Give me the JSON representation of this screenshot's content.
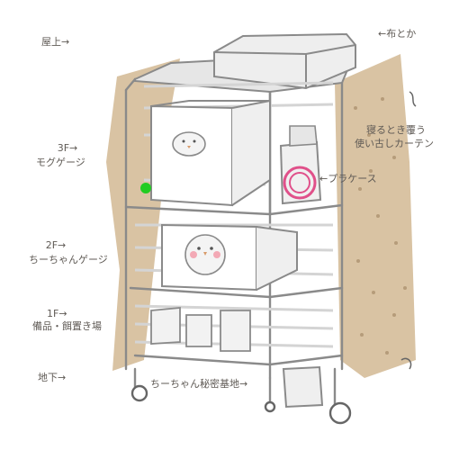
{
  "labels": {
    "roof": "屋上→",
    "cloth": "←布とか",
    "f3_line1": "3F→",
    "f3_line2": "モグゲージ",
    "f2_line1": "2F→",
    "f2_line2": "ちーちゃんゲージ",
    "f1_line1": "1F→",
    "f1_line2": "備品・餌置き場",
    "basement": "地下→",
    "secret_base": "ちーちゃん秘密基地→",
    "plastic_case": "←プラケース",
    "curtain_line1": "寝るとき覆う",
    "curtain_line2": "使い古しカーテン"
  },
  "colors": {
    "curtain": "#d9c3a3",
    "curtain_dots": "#b59c7a",
    "pencil": "#8a8a8a",
    "shelf_fill": "#e6e6e6",
    "text": "#5f5a55",
    "plastic_case_ring": "#e0508a",
    "green_dot": "#22cc22"
  },
  "icons": [
    "bird-icon",
    "parakeet-icon",
    "wheel-icon"
  ]
}
